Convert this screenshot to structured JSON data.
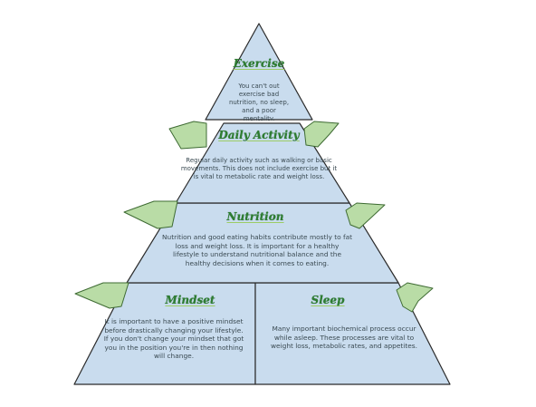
{
  "colors": {
    "tier_fill": "#c9dcee",
    "tier_stroke": "#2b2b2b",
    "arrow_fill": "#b9dca6",
    "arrow_stroke": "#3e6b33",
    "title_color": "#2e7d32",
    "body_color": "#3a4a52"
  },
  "tiers": {
    "exercise": {
      "title": "Exercise",
      "text": "You can't out exercise bad nutrition, no sleep, and a poor mentality."
    },
    "daily_activity": {
      "title": "Daily Activity",
      "text": "Regular daily activity such as walking or basic movements. This does not include exercise but it is vital to metabolic rate and weight loss."
    },
    "nutrition": {
      "title": "Nutrition",
      "text": "Nutrition and good eating habits contribute mostly to fat loss and weight loss. It is important for a healthy lifestyle to understand nutritional balance and the healthy decisions when it comes to eating."
    },
    "mindset": {
      "title": "Mindset",
      "text": "It is important to have a positive mindset before drastically changing your lifestyle. If you don't change your mindset that got you in the position you're in then nothing will change."
    },
    "sleep": {
      "title": "Sleep",
      "text": "Many important biochemical process occur while asleep. These processes are vital to weight loss, metabolic rates, and appetites."
    }
  }
}
